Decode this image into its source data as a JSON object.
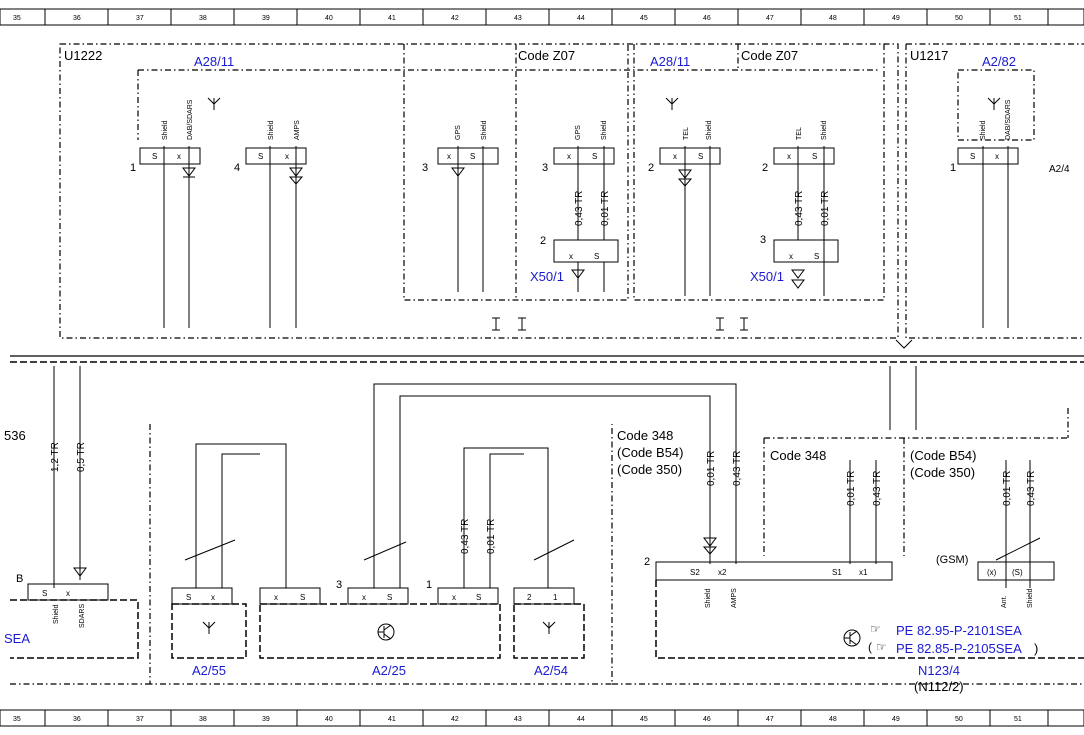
{
  "ruler": [
    "35",
    "36",
    "37",
    "38",
    "39",
    "40",
    "41",
    "42",
    "43",
    "44",
    "45",
    "46",
    "47",
    "48",
    "49",
    "50",
    "51"
  ],
  "labels": {
    "u1222": "U1222",
    "u1217": "U1217",
    "a28_11_a": "A28/11",
    "a28_11_b": "A28/11",
    "a2_82": "A2/82",
    "a2_4x": "A2/4",
    "code_z07_a": "Code Z07",
    "code_z07_b": "Code Z07",
    "x50_1_a": "X50/1",
    "x50_1_b": "X50/1",
    "s36": "536",
    "code348_a": "Code 348",
    "code_b54_a": "(Code B54)",
    "code350_a": "(Code 350)",
    "code348_b": "Code 348",
    "code_b54_b": "(Code B54)",
    "code350_b": "(Code 350)",
    "gsm": "(GSM)",
    "a2_55": "A2/55",
    "a2_25": "A2/25",
    "a2_54": "A2/54",
    "n123_4": "N123/4",
    "n112_2": "(N112/2)",
    "sea": "SEA",
    "pe1": "PE 82.95-P-2101SEA",
    "pe2": "PE 82.85-P-2105SEA",
    "pe2_open": "(",
    "pe2_close": ")",
    "b_label": "B"
  },
  "pins": {
    "shield": "Shield",
    "dab": "DAB/SDARS",
    "amps": "AMPS",
    "gps": "GPS",
    "tel": "TEL",
    "sdars": "SDARS",
    "ant": "Ant.",
    "s": "S",
    "x": "x",
    "s2": "S2",
    "x2": "x2",
    "s1": "S1",
    "x1": "x1",
    "xp": "(x)",
    "sp": "(S)",
    "two": "2",
    "one": "1"
  },
  "nums": {
    "n1": "1",
    "n2": "2",
    "n3": "3",
    "n4": "4"
  },
  "wires": {
    "w043": "0,43 TR",
    "w001": "0,01 TR",
    "w12": "1,2 TR",
    "w05": "0,5 TR"
  }
}
